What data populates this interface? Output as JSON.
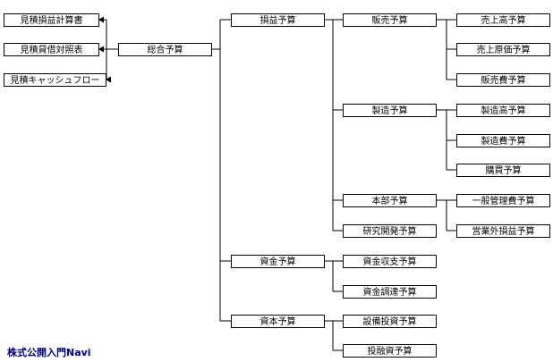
{
  "nodes": {
    "mitsumori_pl": "見積損益計算書",
    "mitsumori_bs": "見積貸借対照表",
    "mitsumori_cf": "見積キャッシュフロー",
    "sogo": "総合予算",
    "soneki": "損益予算",
    "shikin": "資金予算",
    "shihon": "資本予算",
    "hanbai": "販売予算",
    "seizo": "製造予算",
    "honbu": "本部予算",
    "kenkyu": "研究開発予算",
    "shikin_shushi": "資金収支予算",
    "shikin_chotatsu": "資金調達予算",
    "setsubi": "設備投資予算",
    "toyushi": "投融資予算",
    "uriage_daka": "売上高予算",
    "uriage_genka": "売上原価予算",
    "hanbaihi": "販売費予算",
    "seizo_daka": "製造高予算",
    "seizohi": "製造費予算",
    "kobai": "購買予算",
    "ippan_kanri": "一般管理費予算",
    "eigyogai": "営業外損益予算"
  },
  "footer": "株式公開入門Navi"
}
